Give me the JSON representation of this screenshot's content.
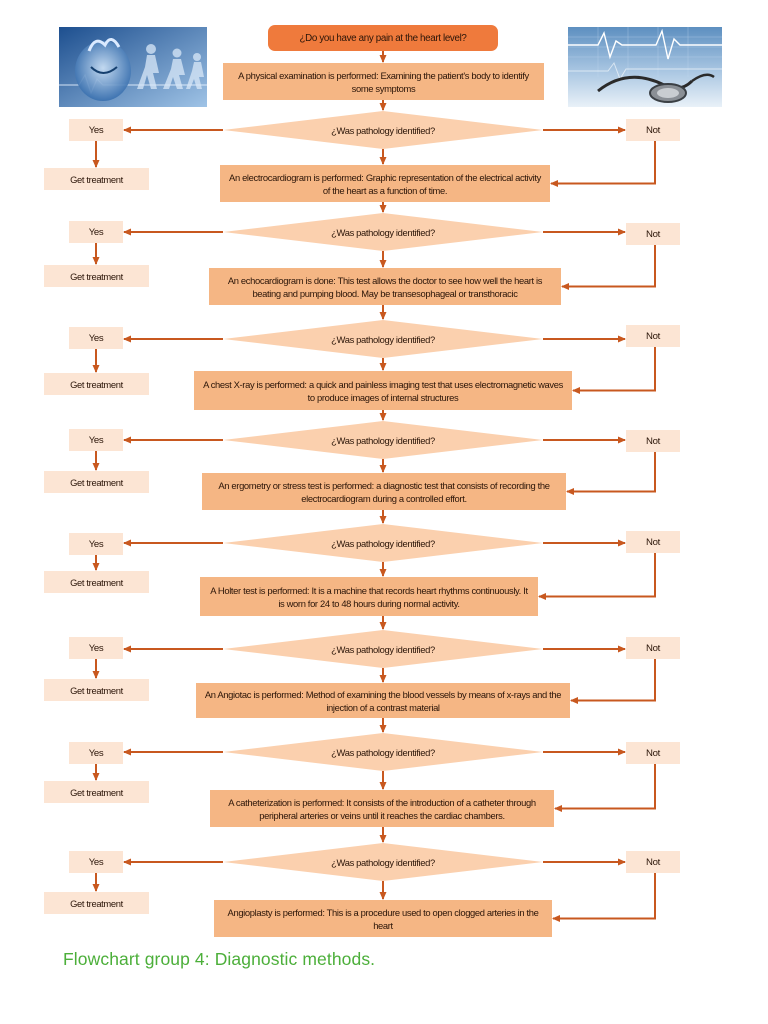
{
  "start": "¿Do you have any pain at the heart level?",
  "steps": [
    "A physical examination is performed: Examining the patient's body to identify some symptoms",
    "An electrocardiogram is performed: Graphic representation of the electrical activity of the heart as a function of time.",
    "An echocardiogram is done: This test allows the doctor to see how well the heart is beating and pumping blood. May be transesophageal or transthoracic",
    "A chest X-ray is performed: a quick and painless imaging test that uses electromagnetic waves to produce images of internal structures",
    "An ergometry or stress test is performed: a diagnostic test that consists of recording the electrocardiogram during a controlled effort.",
    "A Holter test is performed: It is a machine that records heart rhythms continuously. It is worn for 24 to 48 hours during normal activity.",
    "An Angiotac is performed: Method of examining the blood vessels by means of x-rays and the injection of a contrast material",
    "A catheterization is performed: It consists of the introduction of a catheter through peripheral arteries or veins until it reaches the cardiac chambers.",
    "Angioplasty is performed: This is a procedure used to open clogged arteries in the heart"
  ],
  "question": "¿Was pathology identified?",
  "yes_label": "Yes",
  "no_label": "Not",
  "treatment_label": "Get treatment",
  "title": "Flowchart group 4: Diagnostic methods.",
  "images": [
    {
      "name": "heart-runners-image",
      "icon": "anatomical-heart-with-running-figures"
    },
    {
      "name": "stethoscope-ecg-image",
      "icon": "stethoscope-on-ecg-trace"
    }
  ],
  "colors": {
    "start": "#ef7a3c",
    "step": "#f5b684",
    "decision": "#fbd0ae",
    "answer": "#fce5d4",
    "arrow": "#c8581f",
    "title": "#4caf3a"
  }
}
